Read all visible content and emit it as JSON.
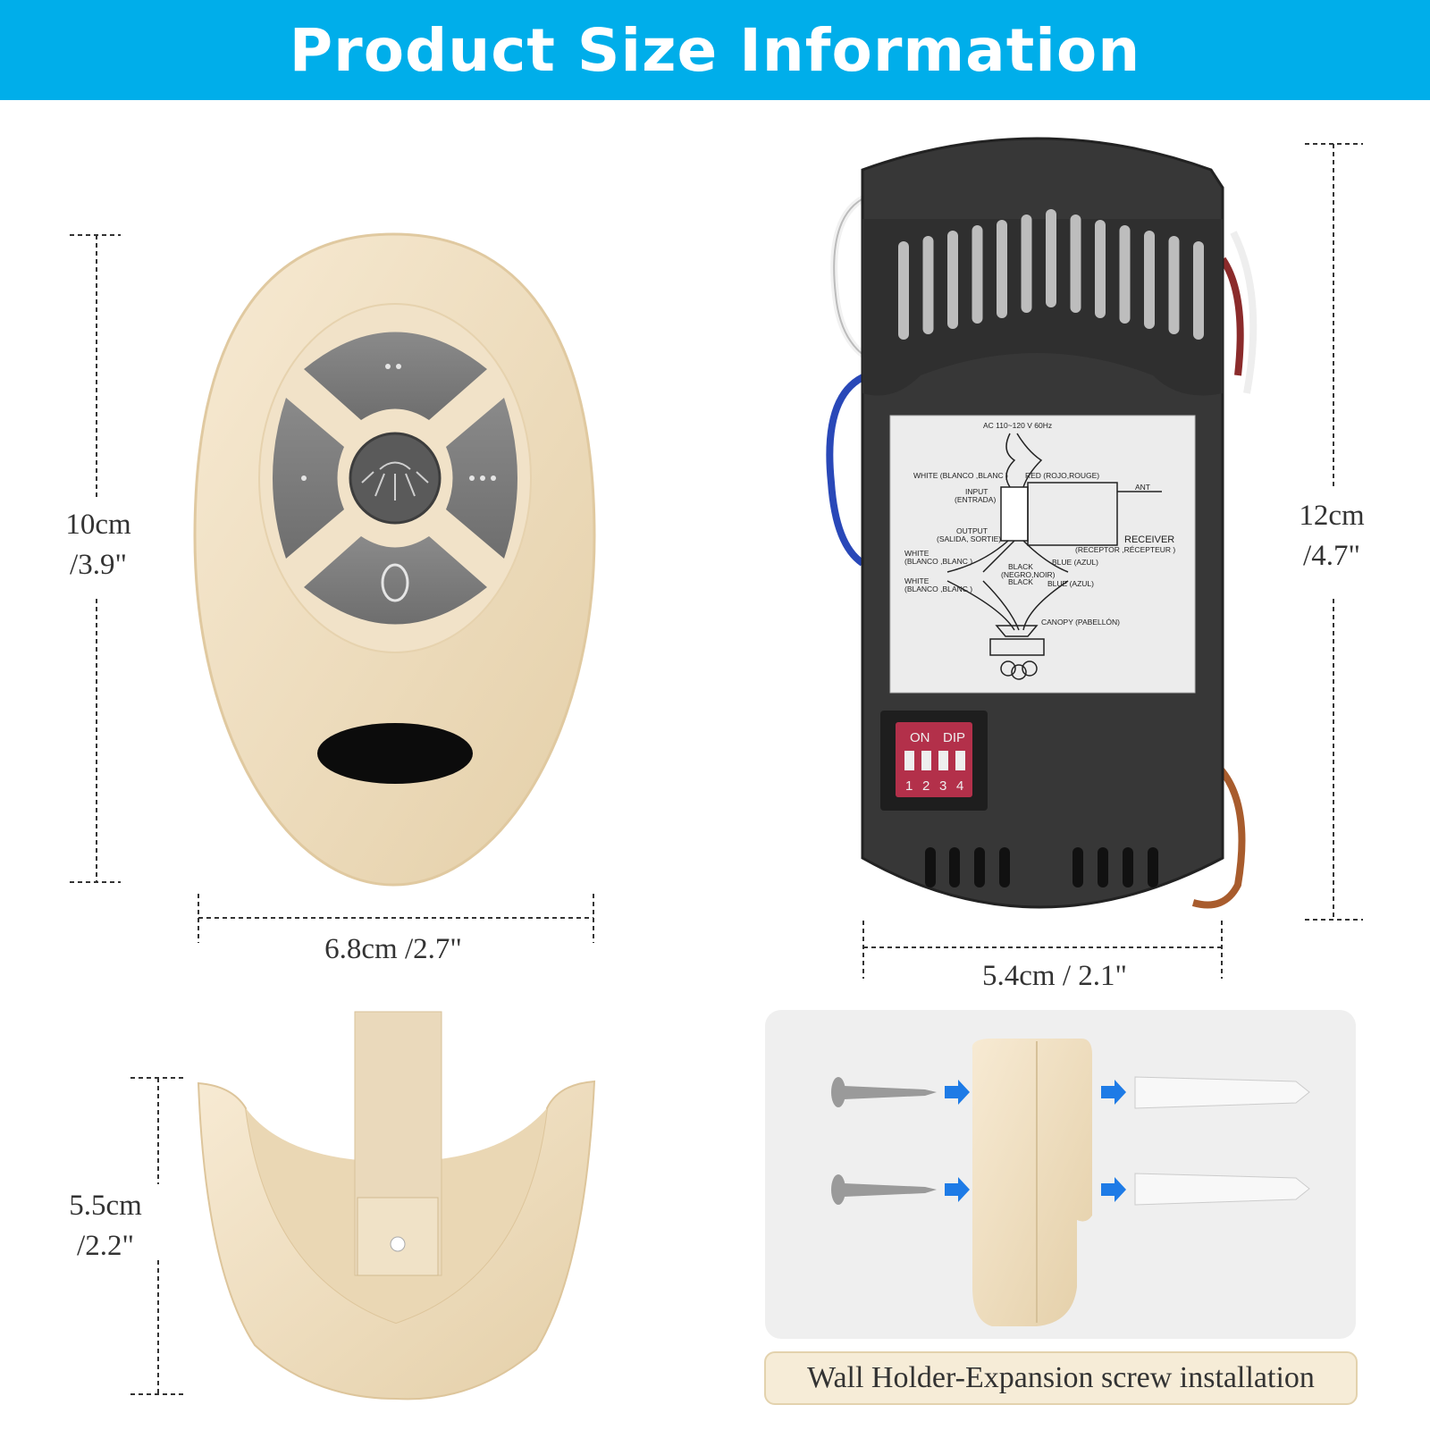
{
  "header": {
    "title": "Product Size Information",
    "background": "#00aeea"
  },
  "remote": {
    "height_label_cm": "10cm",
    "height_label_in": "/3.9\"",
    "width_label": "6.8cm /2.7\"",
    "color": "#efdcbb",
    "buttons": [
      "fan-speed-2",
      "fan-speed-1",
      "light",
      "fan-speed-3",
      "off"
    ]
  },
  "receiver": {
    "height_label_cm": "12cm",
    "height_label_in": "/4.7\"",
    "width_label": "5.4cm / 2.1\"",
    "dip_switch": {
      "on_label": "ON",
      "dip_label": "DIP",
      "numbers": [
        "1",
        "2",
        "3",
        "4"
      ]
    },
    "diagram": {
      "ac": "AC 110~120 V 60Hz",
      "white_in": "WHITE (BLANCO ,BLANC )",
      "red_in": "RED (ROJO,ROUGE)",
      "input": "INPUT",
      "input_es": "(ENTRADA)",
      "ant": "ANT",
      "output": "OUTPUT",
      "output_es": "(SALIDA, SORTIE)",
      "receiver": "RECEIVER",
      "receiver_es": "(RECEPTOR ,RÉCEPTEUR )",
      "white_out1": "WHITE",
      "white_out1b": "(BLANCO ,BLANC )",
      "black": "BLACK",
      "black_es": "(NEGRO,NOIR)",
      "black2": "BLACK",
      "blue1": "BLUE (AZUL)",
      "blue2": "BLUE (AZUL)",
      "white_out2": "WHITE",
      "white_out2b": "(BLANCO ,BLANC )",
      "canopy": "CANOPY (PABELLÓN)"
    }
  },
  "holder": {
    "height_label_cm": "5.5cm",
    "height_label_in": "/2.2\""
  },
  "installation": {
    "caption": "Wall Holder-Expansion screw installation",
    "arrow_color": "#1e7be6"
  }
}
